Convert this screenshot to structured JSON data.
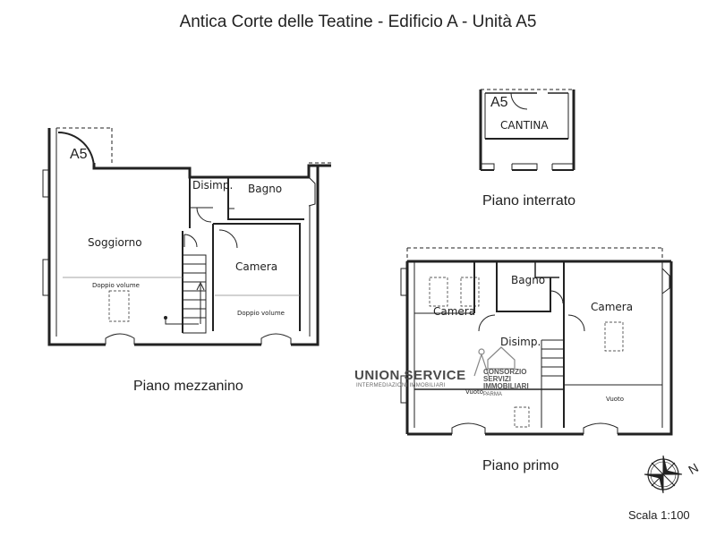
{
  "title": "Antica Corte delle Teatine - Edificio A - Unità A5",
  "unit_label": "A5",
  "floors": {
    "mezzanino": {
      "caption": "Piano mezzanino",
      "rooms": {
        "soggiorno": "Soggiorno",
        "disimpegno": "Disimp.",
        "bagno": "Bagno",
        "camera": "Camera"
      },
      "notes": {
        "doppio_volume_left": "Doppio volume",
        "doppio_volume_right": "Doppio volume"
      }
    },
    "interrato": {
      "caption": "Piano interrato",
      "rooms": {
        "cantina": "CANTINA"
      }
    },
    "primo": {
      "caption": "Piano primo",
      "rooms": {
        "camera_left": "Camera",
        "bagno": "Bagno",
        "disimpegno": "Disimp.",
        "camera_right": "Camera"
      },
      "notes": {
        "vuoto_left": "Vuoto",
        "vuoto_right": "Vuoto"
      }
    }
  },
  "watermark": {
    "brand": "UNION SERVICE",
    "sub": "INTERMEDIAZIONI IMMOBILIARI",
    "consorzio": "CONSORZIO SERVIZI IMMOBILIARI",
    "city": "PARMA"
  },
  "scale": "Scala 1:100",
  "compass_label": "N",
  "colors": {
    "line": "#222222",
    "thin": "#555555",
    "watermark": "#777777"
  }
}
